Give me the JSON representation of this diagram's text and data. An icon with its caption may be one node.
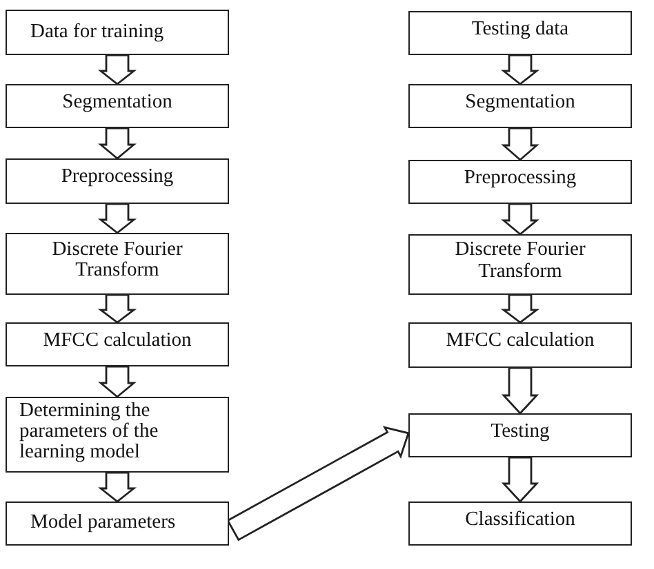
{
  "diagram": {
    "nodes": [
      {
        "text": [
          "Data for training"
        ]
      },
      {
        "text": [
          "Segmentation"
        ]
      },
      {
        "text": [
          "Preprocessing"
        ]
      },
      {
        "text": [
          "Discrete Fourier Transform"
        ]
      },
      {
        "text": [
          "MFCC calculation"
        ]
      },
      {
        "text": [
          "Determining the parameters of the learning model"
        ]
      },
      {
        "text": [
          "Model parameters"
        ]
      },
      {
        "text": [
          "Testing data"
        ]
      },
      {
        "text": [
          "Segmentation"
        ]
      },
      {
        "text": [
          "Preprocessing"
        ]
      },
      {
        "text": [
          "Discrete Fourier Transform"
        ]
      },
      {
        "text": [
          "MFCC calculation"
        ]
      },
      {
        "text": [
          "Testing"
        ]
      },
      {
        "text": [
          "Classification"
        ]
      }
    ],
    "edges": [
      {
        "from": 0,
        "to": 1,
        "arrow": "to"
      },
      {
        "from": 1,
        "to": 2,
        "arrow": "to"
      },
      {
        "from": 2,
        "to": 3,
        "arrow": "to"
      },
      {
        "from": 3,
        "to": 4,
        "arrow": "to"
      },
      {
        "from": 4,
        "to": 5,
        "arrow": "to"
      },
      {
        "from": 5,
        "to": 6,
        "arrow": "to"
      },
      {
        "from": 7,
        "to": 8,
        "arrow": "to"
      },
      {
        "from": 8,
        "to": 9,
        "arrow": "to"
      },
      {
        "from": 9,
        "to": 10,
        "arrow": "to"
      },
      {
        "from": 10,
        "to": 11,
        "arrow": "to"
      },
      {
        "from": 11,
        "to": 12,
        "arrow": "to"
      },
      {
        "from": 12,
        "to": 13,
        "arrow": "to"
      },
      {
        "from": 6,
        "to": 12,
        "arrow": "to"
      }
    ]
  }
}
